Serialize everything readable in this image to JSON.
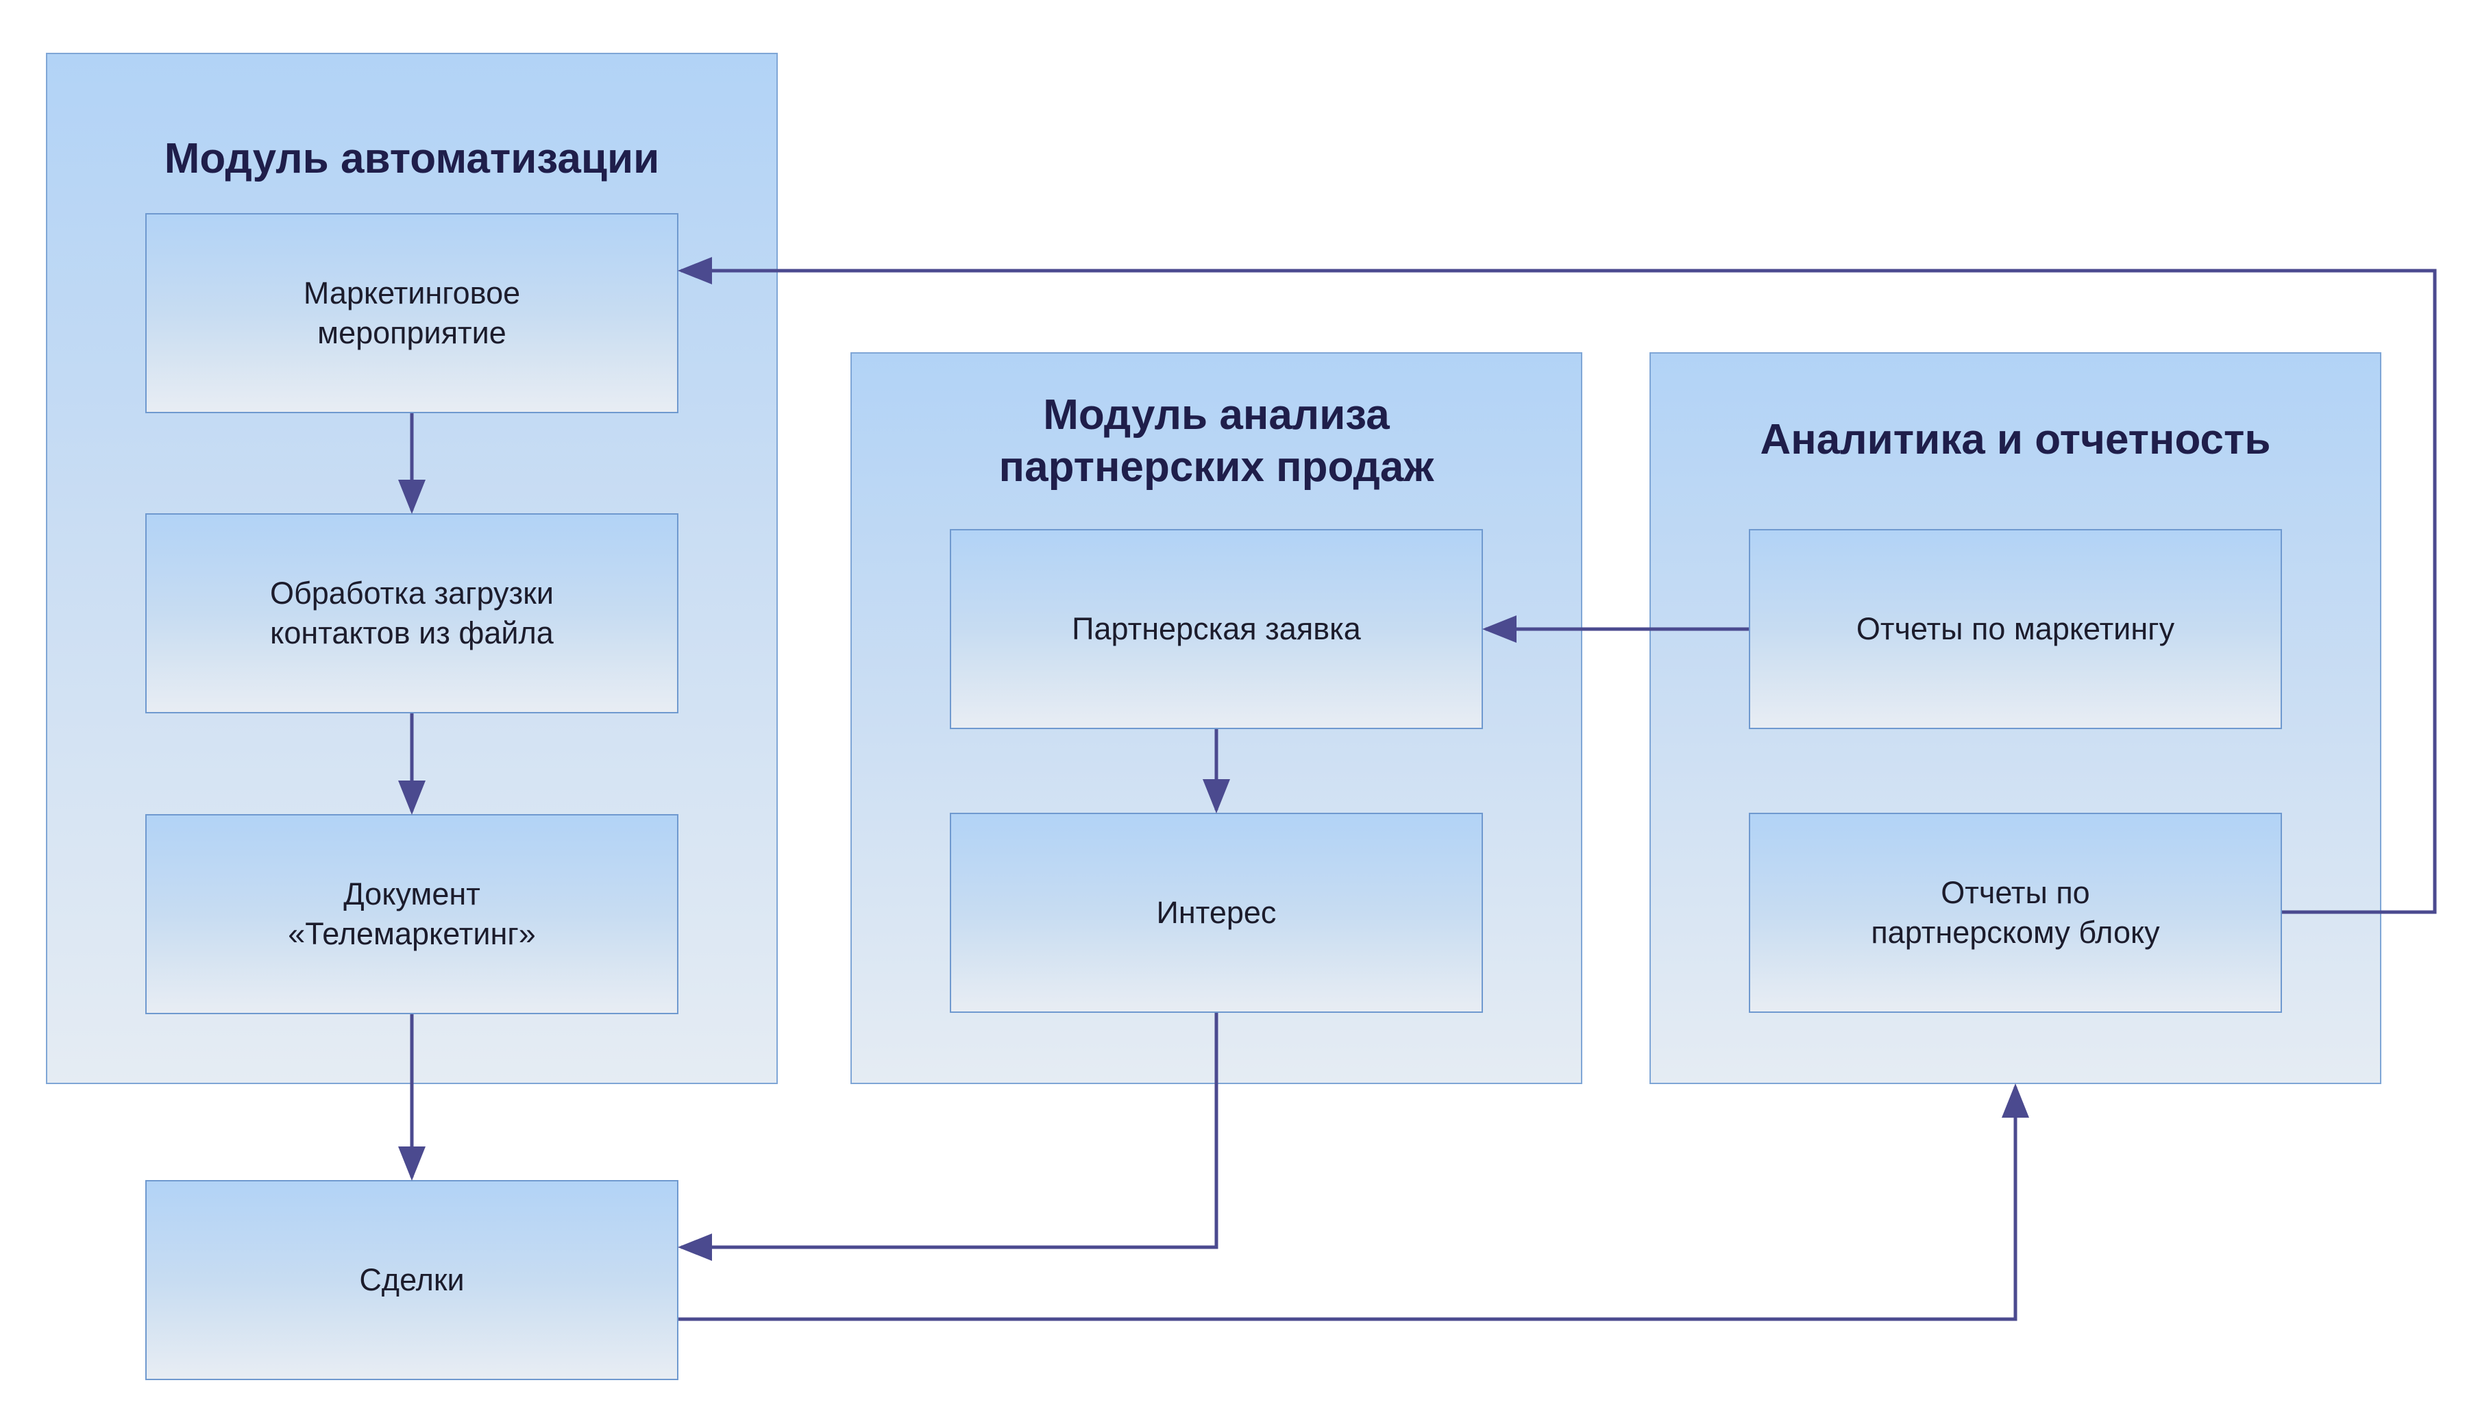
{
  "modules": {
    "automation": {
      "title": "Модуль автоматизации",
      "nodes": {
        "marketing_event": "Маркетинговое\nмероприятие",
        "contacts_upload": "Обработка загрузки\nконтактов из файла",
        "telemarketing_doc": "Документ\n«Телемаркетинг»"
      }
    },
    "partner_sales": {
      "title": "Модуль анализа\nпартнерских продаж",
      "nodes": {
        "partner_request": "Партнерская заявка",
        "interest": "Интерес"
      }
    },
    "analytics": {
      "title": "Аналитика и отчетность",
      "nodes": {
        "marketing_reports": "Отчеты по маркетингу",
        "partner_reports": "Отчеты по\nпартнерскому блоку"
      }
    }
  },
  "deals": "Сделки",
  "colors": {
    "connector": "#4b4a8f",
    "module_border": "#7fa6d6",
    "node_border": "#6f99cf",
    "title_text": "#1f1e4a",
    "gradient_top": "#b2d3f6",
    "gradient_bottom": "#e8edf3"
  }
}
